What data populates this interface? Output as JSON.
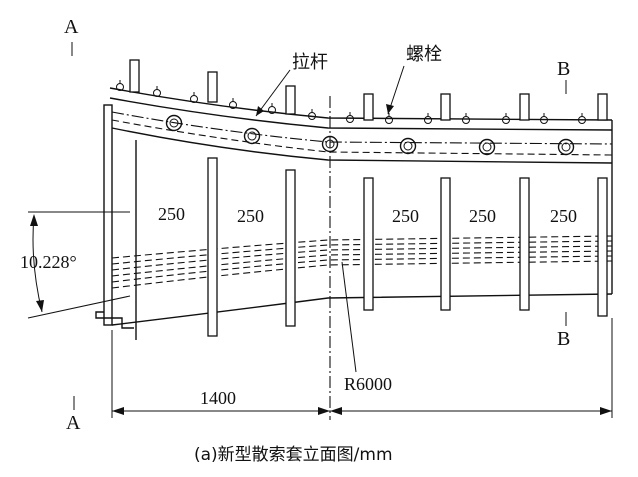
{
  "section_marks": {
    "a_top": "A",
    "a_bottom": "A",
    "b_top": "B",
    "b_bottom": "B"
  },
  "callouts": {
    "tie_rod": "拉杆",
    "bolt": "螺栓"
  },
  "panel_widths": [
    "250",
    "250",
    "250",
    "250",
    "250"
  ],
  "angle": "10.228°",
  "radius": "R6000",
  "length": "1400",
  "caption": "(a)新型散索套立面图/mm"
}
